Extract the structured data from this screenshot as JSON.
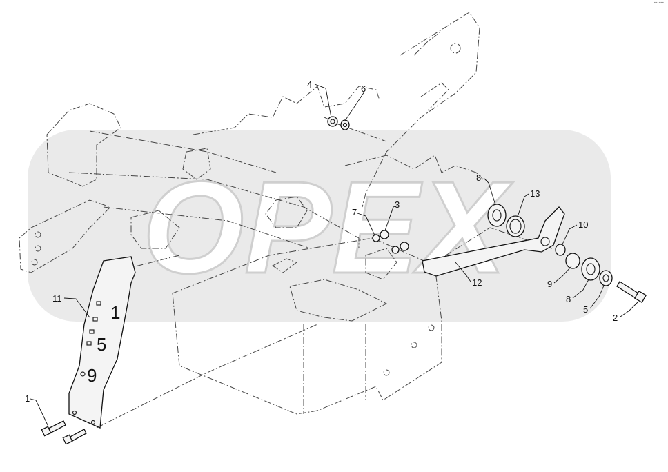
{
  "diagram": {
    "corner_mark": "▪▪ ▪▪▪",
    "watermark_text": "OPEX",
    "plate_numbers": [
      "1",
      "5",
      "9"
    ],
    "callouts": [
      {
        "id": "c1",
        "label": "1"
      },
      {
        "id": "c2",
        "label": "2"
      },
      {
        "id": "c3",
        "label": "3"
      },
      {
        "id": "c4",
        "label": "4"
      },
      {
        "id": "c5",
        "label": "5"
      },
      {
        "id": "c6",
        "label": "6"
      },
      {
        "id": "c7",
        "label": "7"
      },
      {
        "id": "c8a",
        "label": "8"
      },
      {
        "id": "c8b",
        "label": "8"
      },
      {
        "id": "c9",
        "label": "9"
      },
      {
        "id": "c10",
        "label": "10"
      },
      {
        "id": "c11",
        "label": "11"
      },
      {
        "id": "c12",
        "label": "12"
      },
      {
        "id": "c13",
        "label": "13"
      }
    ]
  }
}
